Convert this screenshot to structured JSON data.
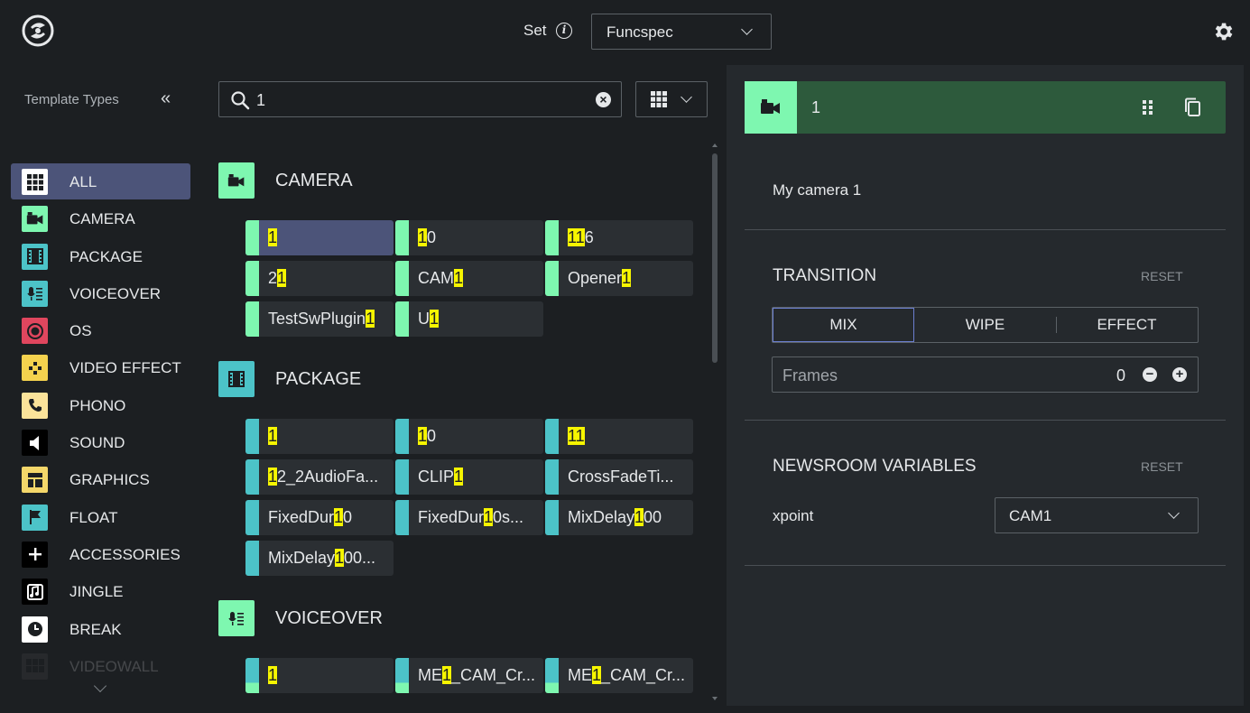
{
  "header": {
    "set_label": "Set",
    "info_icon": "info-icon",
    "set_value": "Funcspec"
  },
  "sidebar": {
    "title": "Template Types",
    "collapse_glyph": "«",
    "items": [
      {
        "label": "ALL",
        "color": "#ffffff",
        "icon": "grid-icon"
      },
      {
        "label": "CAMERA",
        "color": "#7ef7b0",
        "icon": "camera-icon"
      },
      {
        "label": "PACKAGE",
        "color": "#4cc3c8",
        "icon": "film-icon"
      },
      {
        "label": "VOICEOVER",
        "color": "#4cc3c8",
        "icon": "voiceover-icon"
      },
      {
        "label": "OS",
        "color": "#e0465e",
        "icon": "record-icon"
      },
      {
        "label": "VIDEO EFFECT",
        "color": "#f4d24e",
        "icon": "effect-icon"
      },
      {
        "label": "PHONO",
        "color": "#fbe39a",
        "icon": "phone-icon"
      },
      {
        "label": "SOUND",
        "color": "#000000",
        "icon": "speaker-icon"
      },
      {
        "label": "GRAPHICS",
        "color": "#f4d76a",
        "icon": "layout-icon"
      },
      {
        "label": "FLOAT",
        "color": "#4cc3c8",
        "icon": "flag-icon"
      },
      {
        "label": "ACCESSORIES",
        "color": "#000000",
        "icon": "plus-icon"
      },
      {
        "label": "JINGLE",
        "color": "#000000",
        "icon": "jingle-icon"
      },
      {
        "label": "BREAK",
        "color": "#ffffff",
        "icon": "clock-icon"
      },
      {
        "label": "VIDEOWALL",
        "color": "#555555",
        "icon": "videowall-icon"
      }
    ]
  },
  "search": {
    "query": "1"
  },
  "categories": [
    {
      "title": "CAMERA",
      "color": "#7ef7b0",
      "tiles": [
        [
          {
            "t": "",
            "h": true,
            "v": "1"
          }
        ],
        [
          {
            "h": true,
            "v": "1"
          },
          {
            "h": false,
            "v": "0"
          }
        ],
        [
          {
            "h": true,
            "v": "11"
          },
          {
            "h": false,
            "v": "6"
          }
        ],
        [
          {
            "h": false,
            "v": "2"
          },
          {
            "h": true,
            "v": "1"
          }
        ],
        [
          {
            "h": false,
            "v": "CAM"
          },
          {
            "h": true,
            "v": "1"
          }
        ],
        [
          {
            "h": false,
            "v": "Opener"
          },
          {
            "h": true,
            "v": "1"
          }
        ],
        [
          {
            "h": false,
            "v": "TestSwPlugin"
          },
          {
            "h": true,
            "v": "1"
          }
        ],
        [
          {
            "h": false,
            "v": "U"
          },
          {
            "h": true,
            "v": "1"
          }
        ]
      ]
    },
    {
      "title": "PACKAGE",
      "color": "#4cc3c8",
      "tiles": [
        [
          {
            "h": true,
            "v": "1"
          }
        ],
        [
          {
            "h": true,
            "v": "1"
          },
          {
            "h": false,
            "v": "0"
          }
        ],
        [
          {
            "h": true,
            "v": "11"
          }
        ],
        [
          {
            "h": true,
            "v": "1"
          },
          {
            "h": false,
            "v": "2_2AudioFa..."
          }
        ],
        [
          {
            "h": false,
            "v": "CLIP"
          },
          {
            "h": true,
            "v": "1"
          }
        ],
        [
          {
            "h": false,
            "v": "CrossFadeTi..."
          }
        ],
        [
          {
            "h": false,
            "v": "FixedDur"
          },
          {
            "h": true,
            "v": "1"
          },
          {
            "h": false,
            "v": "0"
          }
        ],
        [
          {
            "h": false,
            "v": "FixedDur"
          },
          {
            "h": true,
            "v": "1"
          },
          {
            "h": false,
            "v": "0s..."
          }
        ],
        [
          {
            "h": false,
            "v": "MixDelay"
          },
          {
            "h": true,
            "v": "1"
          },
          {
            "h": false,
            "v": "00"
          }
        ],
        [
          {
            "h": false,
            "v": "MixDelay"
          },
          {
            "h": true,
            "v": "1"
          },
          {
            "h": false,
            "v": "00..."
          }
        ]
      ]
    },
    {
      "title": "VOICEOVER",
      "color": "#4cc3c8",
      "tiles": [
        [
          {
            "h": true,
            "v": "1"
          }
        ],
        [
          {
            "h": false,
            "v": "ME"
          },
          {
            "h": true,
            "v": "1"
          },
          {
            "h": false,
            "v": "_CAM_Cr..."
          }
        ],
        [
          {
            "h": false,
            "v": "ME"
          },
          {
            "h": true,
            "v": "1"
          },
          {
            "h": false,
            "v": "_CAM_Cr..."
          }
        ]
      ]
    }
  ],
  "detail": {
    "name": "1",
    "description": "My camera 1",
    "header_color": "#2d5a3c",
    "transition": {
      "title": "TRANSITION",
      "reset": "RESET",
      "options": [
        "MIX",
        "WIPE",
        "EFFECT"
      ],
      "selected": "MIX",
      "frames_placeholder": "Frames",
      "frames_value": "0"
    },
    "newsroom": {
      "title": "NEWSROOM VARIABLES",
      "reset": "RESET",
      "xpoint_label": "xpoint",
      "xpoint_value": "CAM1"
    }
  }
}
